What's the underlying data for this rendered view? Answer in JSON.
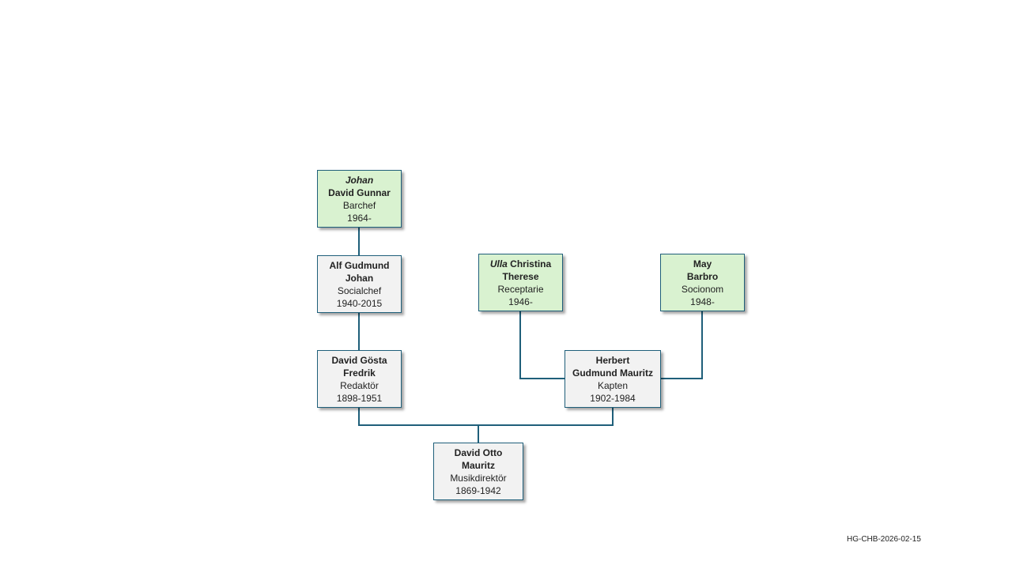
{
  "persons": [
    {
      "id": "johan",
      "line1_italic": "Johan",
      "line1": "",
      "line2": "David Gunnar",
      "title": "Barchef",
      "years": "1964-",
      "fill": "#d9f2d0"
    },
    {
      "id": "alf",
      "line1_italic": "",
      "line1": "Alf Gudmund",
      "line2": "Johan",
      "title": "Socialchef",
      "years": "1940-2015",
      "fill": "#f2f2f2"
    },
    {
      "id": "david-gosta",
      "line1_italic": "",
      "line1": "David Gösta",
      "line2": "Fredrik",
      "title": "Redaktör",
      "years": "1898-1951",
      "fill": "#f2f2f2"
    },
    {
      "id": "david-otto",
      "line1_italic": "",
      "line1": "David Otto",
      "line2": "Mauritz",
      "title": "Musikdirektör",
      "years": "1869-1942",
      "fill": "#f2f2f2"
    },
    {
      "id": "herbert",
      "line1_italic": "",
      "line1": "Herbert",
      "line2": "Gudmund Mauritz",
      "title": "Kapten",
      "years": "1902-1984",
      "fill": "#f2f2f2"
    },
    {
      "id": "ulla",
      "line1_italic": "Ulla",
      "line1": " Christina",
      "line2": "Therese",
      "title": "Receptarie",
      "years": "1946-",
      "fill": "#d9f2d0"
    },
    {
      "id": "may",
      "line1_italic": "",
      "line1": "May",
      "line2": "Barbro",
      "title": "Socionom",
      "years": "1948-",
      "fill": "#d9f2d0"
    }
  ],
  "footer": "HG-CHB-2026-02-15",
  "colors": {
    "connector": "#1f5f7a",
    "green": "#d9f2d0",
    "grey": "#f2f2f2"
  }
}
